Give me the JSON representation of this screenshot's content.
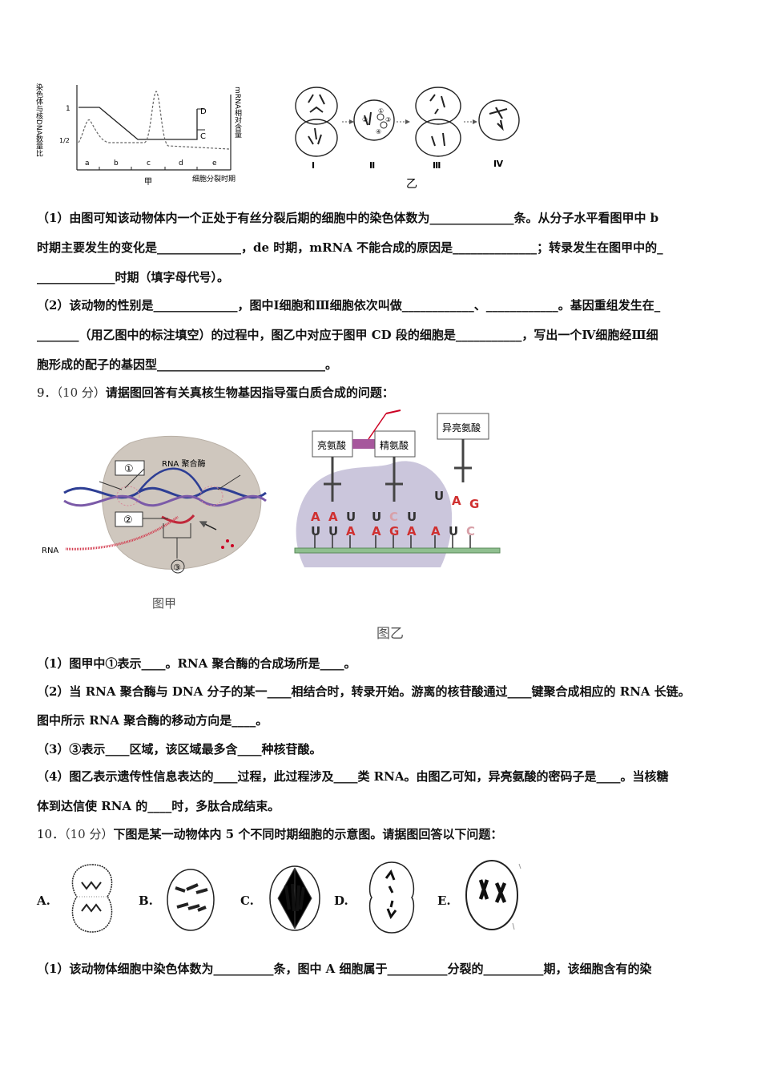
{
  "fig1": {
    "y_axis_left": "染色体与核DNA数量比",
    "y_axis_right": "mRNA相对含量",
    "tick_1": "1",
    "tick_half": "1/2",
    "phases": [
      "a",
      "b",
      "c",
      "d",
      "e"
    ],
    "label_D": "D",
    "label_C": "C",
    "x_axis": "细胞分裂时期",
    "caption_jia": "甲",
    "cells": [
      "Ⅰ",
      "Ⅱ",
      "Ⅲ",
      "Ⅳ"
    ],
    "cell2_marks": [
      "①",
      "②",
      "③",
      "④"
    ],
    "caption_yi": "乙"
  },
  "q8": {
    "line1": "（1）由图可知该动物体内一个正处于有丝分裂后期的细胞中的染色体数为______________条。从分子水平看图甲中 b",
    "line2": "时期主要发生的变化是______________，de 时期，mRNA 不能合成的原因是______________；转录发生在图甲中的_",
    "line3": "_____________时期（填字母代号）。",
    "line4": "（2）该动物的性别是______________，图中Ⅰ细胞和Ⅲ细胞依次叫做____________、____________。基因重组发生在_",
    "line5": "_______（用乙图中的标注填空）的过程中，图乙中对应于图甲 CD 段的细胞是___________，写出一个Ⅳ细胞经Ⅲ细",
    "line6": "胞形成的配子的基因型____________________________。"
  },
  "q9": {
    "num": "9．",
    "points": "（10 分）",
    "stem": "请据图回答有关真核生物基因指导蛋白质合成的问题：",
    "fig_jia": {
      "mark1": "①",
      "mark2": "②",
      "mark3": "③",
      "rna_pol": "RNA 聚合酶",
      "rna": "RNA",
      "caption": "图甲"
    },
    "fig_yi": {
      "aa1": "亮氨酸",
      "aa2": "精氨酸",
      "aa3": "异亮氨酸",
      "anticodon1": [
        "A",
        "A",
        "U"
      ],
      "anticodon2": [
        "U",
        "C",
        "U"
      ],
      "anticodon3": [
        "U",
        "A",
        "G"
      ],
      "mrna": [
        "U",
        "U",
        "A",
        "A",
        "G",
        "A",
        "A",
        "U",
        "C"
      ],
      "caption": "图乙"
    },
    "sub1": "（1）图甲中①表示____。RNA 聚合酶的合成场所是____。",
    "sub2a": "（2）当 RNA 聚合酶与 DNA 分子的某一____相结合时，转录开始。游离的核苷酸通过____键聚合成相应的 RNA 长链。",
    "sub2b": "图中所示 RNA 聚合酶的移动方向是____。",
    "sub3": "（3）③表示____区域，该区域最多含____种核苷酸。",
    "sub4a": "（4）图乙表示遗传性信息表达的____过程，此过程涉及____类 RNA。由图乙可知，异亮氨酸的密码子是____。当核糖",
    "sub4b": "体到达信使 RNA 的____时，多肽合成结束。"
  },
  "q10": {
    "num": "10．",
    "points": "（10 分）",
    "stem": "下图是某一动物体内 5 个不同时期细胞的示意图。请据图回答以下问题：",
    "labels": [
      "A.",
      "B.",
      "C.",
      "D.",
      "E."
    ],
    "sub1": "（1）该动物体细胞中染色体数为__________条，图中 A 细胞属于__________分裂的__________期，该细胞含有的染"
  }
}
